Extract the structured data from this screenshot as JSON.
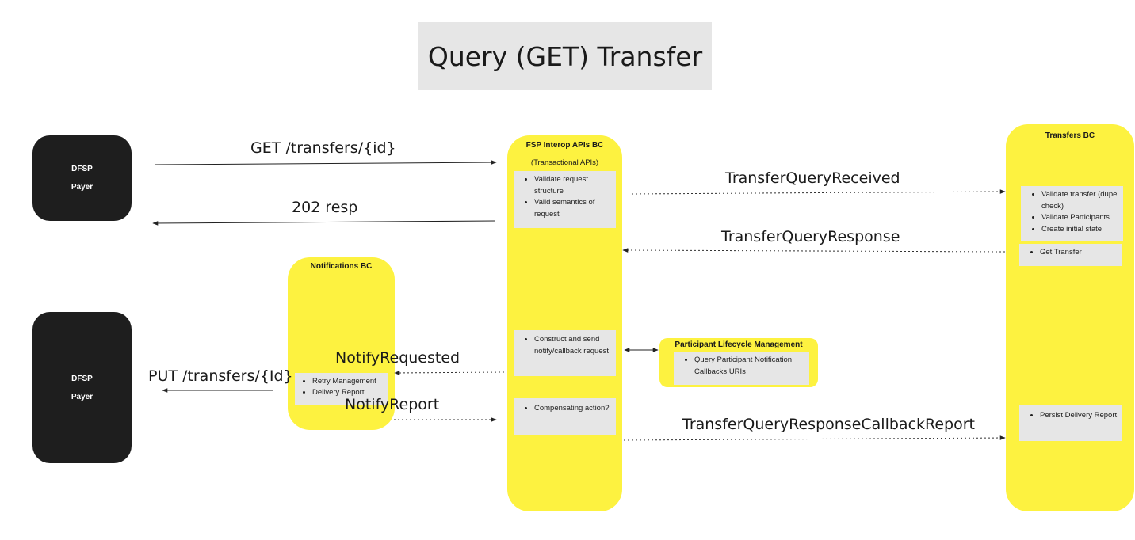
{
  "title": "Query (GET) Transfer",
  "actors": {
    "payer_top": {
      "line1": "DFSP",
      "line2": "Payer"
    },
    "payer_bottom": {
      "line1": "DFSP",
      "line2": "Payer"
    }
  },
  "lanes": {
    "notifications": {
      "title": "Notifications BC"
    },
    "fsp_interop": {
      "title": "FSP Interop APIs BC",
      "subtitle": "(Transactional APIs)"
    },
    "transfers": {
      "title": "Transfers BC"
    },
    "participant_lifecycle": {
      "title": "Participant Lifecycle Management"
    }
  },
  "cards": {
    "validate_request": [
      "Validate request structure",
      "Valid semantics of request"
    ],
    "construct_notify": [
      "Construct and send notify/callback request"
    ],
    "compensating": [
      "Compensating action?"
    ],
    "validate_transfer": [
      "Validate transfer (dupe check)",
      "Validate Participants",
      "Create initial state"
    ],
    "get_transfer": [
      "Get Transfer"
    ],
    "persist_delivery": [
      "Persist Delivery Report"
    ],
    "retry_delivery": [
      "Retry Management",
      "Delivery Report"
    ],
    "query_participant": [
      "Query Participant Notification Callbacks URIs"
    ]
  },
  "messages": {
    "get_transfers": "GET /transfers/{id}",
    "resp_202": "202 resp",
    "transfer_query_received": "TransferQueryReceived",
    "transfer_query_response": "TransferQueryResponse",
    "notify_requested": "NotifyRequested",
    "put_transfers": "PUT /transfers/{Id}",
    "notify_report": "NotifyReport",
    "transfer_query_response_callback_report": "TransferQueryResponseCallbackReport"
  }
}
